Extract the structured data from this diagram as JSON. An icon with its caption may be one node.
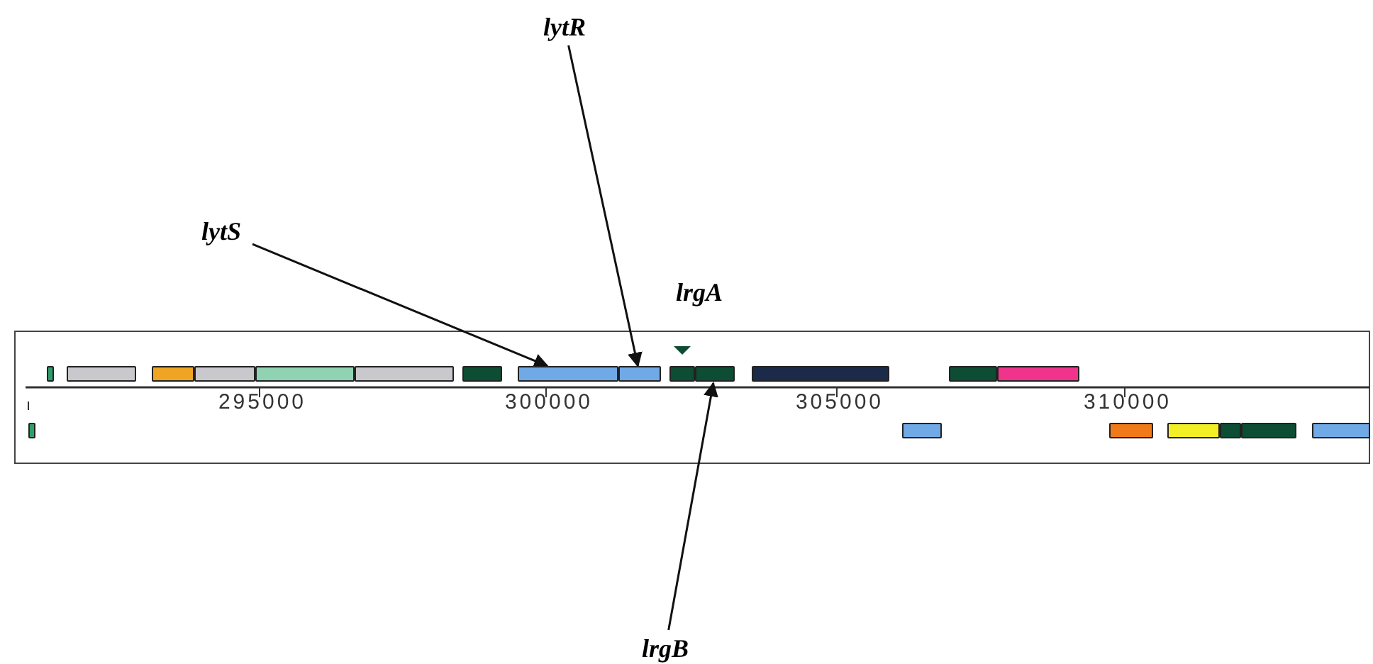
{
  "diagram": {
    "nodes": [
      {
        "text": [
          "lytR"
        ]
      },
      {
        "text": [
          "lytS"
        ]
      },
      {
        "text": [
          "lrgB"
        ]
      },
      {
        "text": [],
        "shape": "bar"
      },
      {
        "text": [],
        "shape": "bar"
      },
      {
        "text": [],
        "shape": "bar"
      },
      {
        "text": [],
        "shape": "bar"
      },
      {
        "text": [],
        "shape": "bar"
      },
      {
        "text": [],
        "shape": "bar"
      },
      {
        "text": [],
        "shape": "bar"
      },
      {
        "text": [],
        "shape": "bar"
      },
      {
        "text": [],
        "shape": "bar"
      },
      {
        "text": [],
        "shape": "bar"
      },
      {
        "text": [],
        "shape": "bar"
      },
      {
        "text": [],
        "shape": "bar"
      },
      {
        "text": [],
        "shape": "bar"
      },
      {
        "text": [],
        "shape": "bar"
      },
      {
        "text": [],
        "shape": "bar"
      },
      {
        "text": [],
        "shape": "bar"
      },
      {
        "text": [],
        "shape": "bar"
      },
      {
        "text": [],
        "shape": "bar"
      },
      {
        "text": [],
        "shape": "bar"
      },
      {
        "text": [],
        "shape": "bar"
      },
      {
        "text": [],
        "shape": "bar"
      }
    ],
    "edges": [
      {
        "from": 0,
        "to": 11,
        "arrow": "to"
      },
      {
        "from": 1,
        "to": 10,
        "arrow": "to"
      },
      {
        "from": 2,
        "to": 13,
        "arrow": "to"
      }
    ],
    "labels": [
      "lrgA",
      "295000",
      "300000",
      "305000",
      "310000"
    ]
  }
}
